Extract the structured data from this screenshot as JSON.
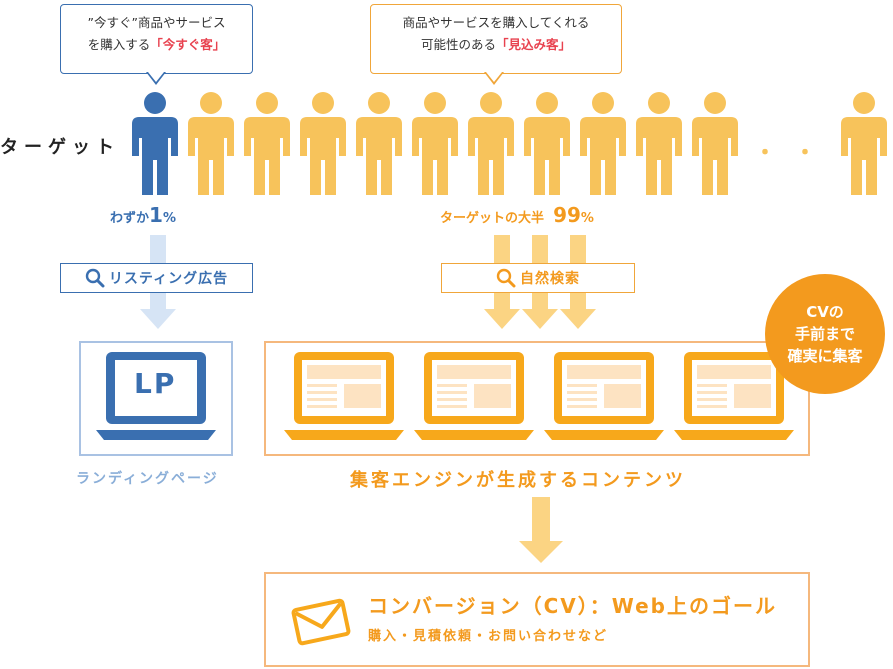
{
  "bubbles": {
    "left": {
      "line1": "”今すぐ”商品やサービス",
      "line2_prefix": "を購入する",
      "line2_em": "「今すぐ客」"
    },
    "right": {
      "line1": "商品やサービスを購入してくれる",
      "line2_prefix": "可能性のある",
      "line2_em": "「見込み客」"
    }
  },
  "target_label": "ターゲット",
  "stats": {
    "left_prefix": "わずか",
    "left_big": "1",
    "left_unit": "%",
    "right_prefix": "ターゲットの大半",
    "right_big": "99",
    "right_unit": "%"
  },
  "ellipsis": "・・・",
  "search": {
    "listing": "リスティング広告",
    "organic": "自然検索"
  },
  "lp": {
    "screen_text": "LP",
    "caption": "ランディングページ"
  },
  "contents_caption": "集客エンジンが生成するコンテンツ",
  "cv_badge": {
    "line1": "CVの",
    "line2": "手前まで",
    "line3": "確実に集客"
  },
  "conversion": {
    "title": "コンバージョン（CV）：Web上のゴール",
    "subtitle": "購入・見積依頼・お問い合わせなど"
  },
  "colors": {
    "blue": "#3a6fb0",
    "orange": "#f39a1e",
    "light_orange": "#f7c35b",
    "light_blue": "#a9c2e3",
    "red": "#e8424f"
  },
  "icons": [
    "person-icon",
    "search-icon",
    "laptop-icon",
    "envelope-icon",
    "arrow-down-icon"
  ]
}
